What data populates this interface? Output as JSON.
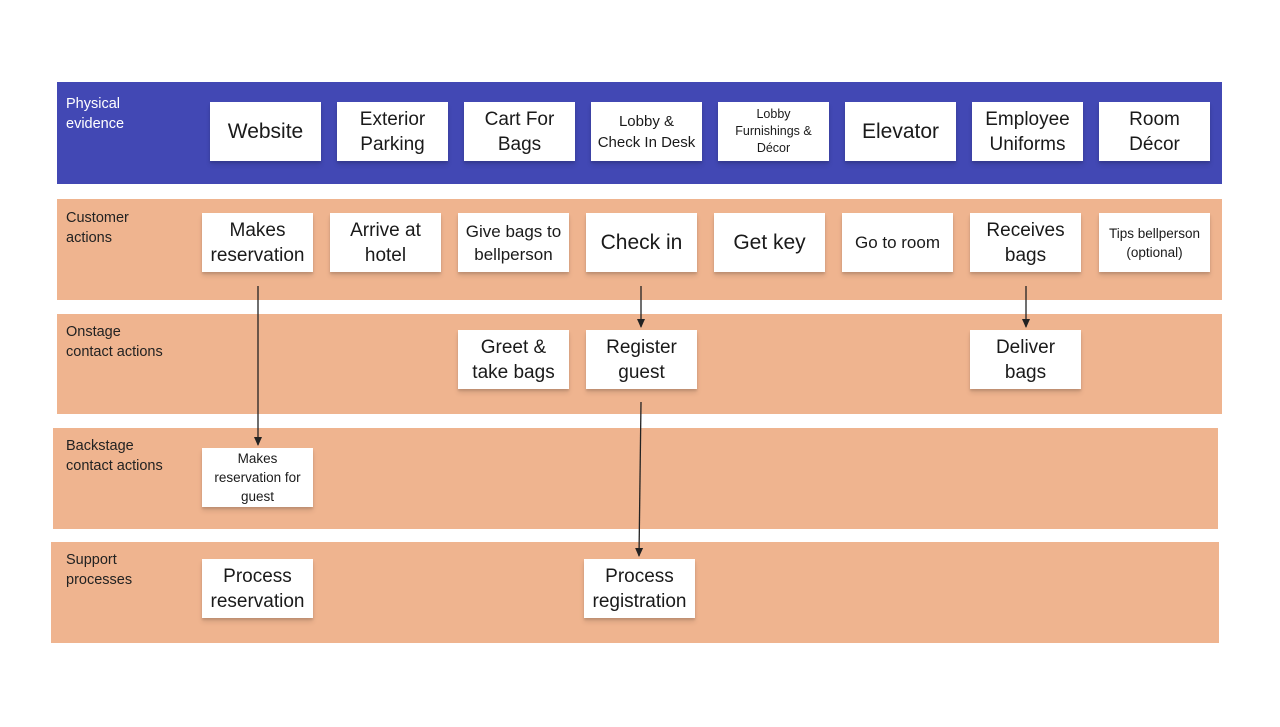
{
  "lanes": {
    "physical": {
      "label": [
        "Physical",
        "evidence"
      ]
    },
    "customer": {
      "label": [
        "Customer",
        "actions"
      ]
    },
    "onstage": {
      "label": [
        "Onstage",
        "contact actions"
      ]
    },
    "backstage": {
      "label": [
        "Backstage",
        "contact actions"
      ]
    },
    "support": {
      "label": [
        "Support",
        "processes"
      ]
    }
  },
  "notes": {
    "website": [
      "Website"
    ],
    "exterior_parking": [
      "Exterior",
      "Parking"
    ],
    "cart_for_bags": [
      "Cart For",
      "Bags"
    ],
    "lobby_check_in": [
      "Lobby &",
      "Check In Desk"
    ],
    "lobby_furnishings": [
      "Lobby",
      "Furnishings &",
      "Décor"
    ],
    "elevator": [
      "Elevator"
    ],
    "employee_uniforms": [
      "Employee",
      "Uniforms"
    ],
    "room_decor": [
      "Room",
      "Décor"
    ],
    "makes_reservation": [
      "Makes",
      "reservation"
    ],
    "arrive_at_hotel": [
      "Arrive at",
      "hotel"
    ],
    "give_bags": [
      "Give bags to",
      "bellperson"
    ],
    "check_in": [
      "Check in"
    ],
    "get_key": [
      "Get key"
    ],
    "go_to_room": [
      "Go to room"
    ],
    "receives_bags": [
      "Receives",
      "bags"
    ],
    "tips_bellperson": [
      "Tips bellperson",
      "(optional)"
    ],
    "greet_take_bags": [
      "Greet &",
      "take bags"
    ],
    "register_guest": [
      "Register",
      "guest"
    ],
    "deliver_bags": [
      "Deliver",
      "bags"
    ],
    "makes_reservation_for_guest": [
      "Makes",
      "reservation for",
      "guest"
    ],
    "process_reservation": [
      "Process",
      "reservation"
    ],
    "process_registration": [
      "Process",
      "registration"
    ]
  },
  "colors": {
    "physical_lane": "#4248b4",
    "action_lanes": "#efb48f",
    "note": "#ffffff",
    "arrow": "#222222"
  }
}
